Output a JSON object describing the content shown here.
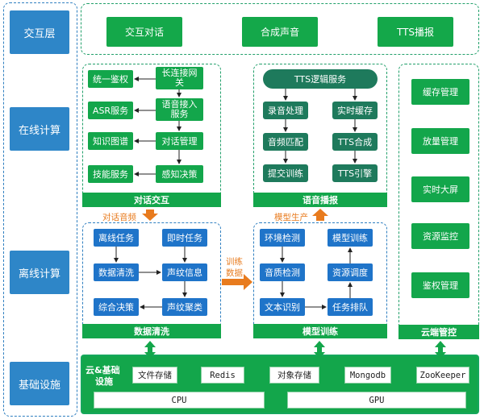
{
  "layers": {
    "interaction": "交互层",
    "online": "在线计算",
    "offline": "离线计算",
    "infra": "基础设施"
  },
  "interaction_boxes": [
    "交互对话",
    "合成声音",
    "TTS播报"
  ],
  "dialog": {
    "auth": "统一鉴权",
    "gateway": "长连接网关",
    "asr": "ASR服务",
    "voice_access": "语音接入服务",
    "kg": "知识图谱",
    "dialog_mgmt": "对话管理",
    "skill": "技能服务",
    "perception": "感知决策",
    "title": "对话交互"
  },
  "voice": {
    "header": "TTS逻辑服务",
    "record": "录音处理",
    "cache": "实时缓存",
    "match": "音频匹配",
    "synth": "TTS合成",
    "submit": "提交训练",
    "engine": "TTS引擎",
    "title": "语音播报"
  },
  "cloud": {
    "items": [
      "缓存管理",
      "放量管理",
      "实时大屏",
      "资源监控",
      "鉴权管理"
    ],
    "title": "云端管控"
  },
  "cleaning": {
    "offline_task": "离线任务",
    "instant_task": "即时任务",
    "data_clean": "数据清洗",
    "voiceprint_info": "声纹信息",
    "decision": "综合决策",
    "voiceprint_cluster": "声纹聚类",
    "title": "数据清洗"
  },
  "training": {
    "env_detect": "环境检测",
    "model_train": "模型训练",
    "quality_detect": "音质检测",
    "resource_sched": "资源调度",
    "text_recog": "文本识别",
    "task_queue": "任务排队",
    "title": "模型训练"
  },
  "flow_labels": {
    "dialog_audio": "对话音频",
    "train_data_1": "训练",
    "train_data_2": "数据",
    "model_prod": "模型生产"
  },
  "infra": {
    "title_1": "云&基础",
    "title_2": "设施",
    "items": [
      "文件存储",
      "Redis",
      "对象存储",
      "Mongodb",
      "ZooKeeper"
    ],
    "cpu": "CPU",
    "gpu": "GPU"
  },
  "colors": {
    "layer_blue": "#2e86c8",
    "green": "#13a64b",
    "blue": "#1f74c9",
    "dark_green": "#1e7a5c",
    "orange": "#e87b1e"
  }
}
